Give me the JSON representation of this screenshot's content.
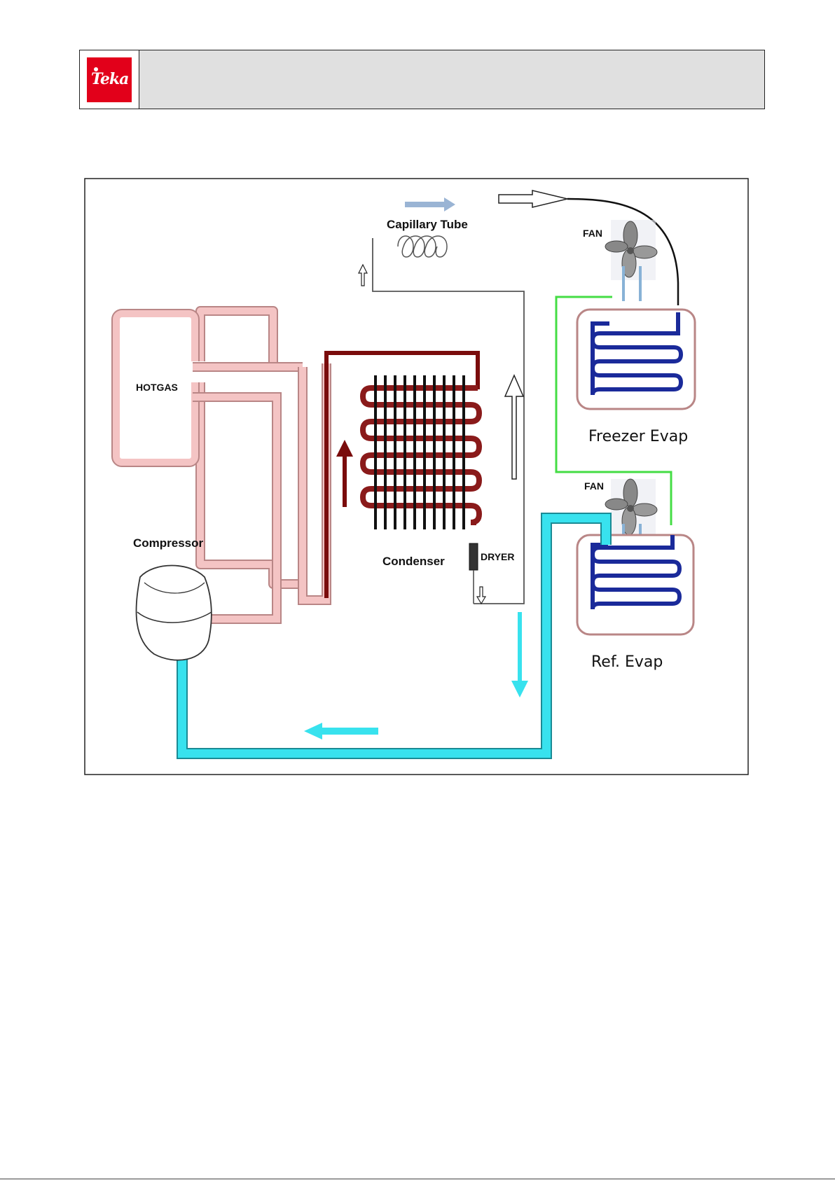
{
  "header": {
    "logo_text": "Teka",
    "title": ""
  },
  "diagram": {
    "labels": {
      "capillary_tube": "Capillary Tube",
      "fan_top": "FAN",
      "fan_bottom": "FAN",
      "hotgas": "HOTGAS",
      "compressor": "Compressor",
      "condenser": "Condenser",
      "dryer": "DRYER",
      "freezer_evap": "Freezer Evap",
      "ref_evap": "Ref. Evap"
    },
    "colors": {
      "hotgas_pipe": "#f4c4c4",
      "hotgas_outline": "#b98686",
      "condenser_pipe": "#7a0c0c",
      "liquid_line": "#555555",
      "green_line": "#44dd44",
      "suction_pipe": "#38e2ee",
      "evaporator_coil": "#1a2a9a",
      "capillary_arrow": "#9ab4d4"
    }
  }
}
